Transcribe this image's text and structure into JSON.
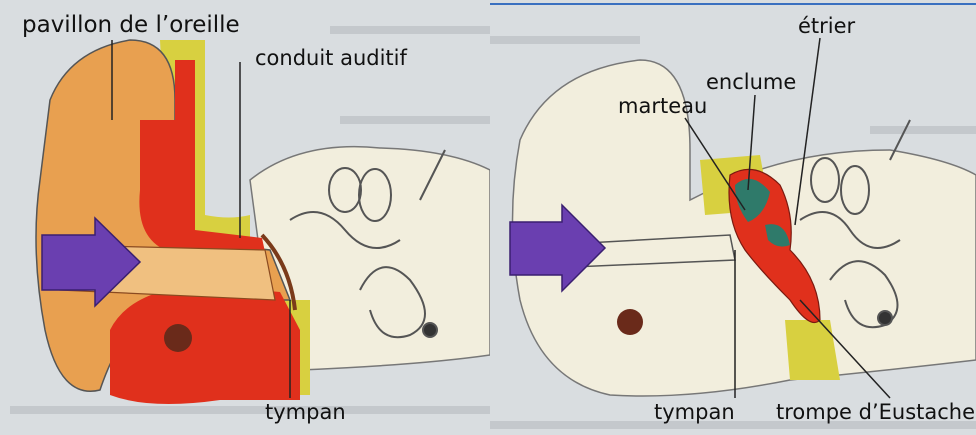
{
  "left_panel": {
    "labels": {
      "pavillon": "pavillon de l’oreille",
      "conduit": "conduit auditif",
      "tympan": "tympan"
    }
  },
  "right_panel": {
    "labels": {
      "etrier": "étrier",
      "enclume": "enclume",
      "marteau": "marteau",
      "tympan": "tympan",
      "trompe": "trompe d’Eustache"
    }
  },
  "colors": {
    "outer_ear": "#e8a050",
    "canal_red": "#e0301c",
    "yellow_zone": "#d8d040",
    "inner_ear_bg": "#f2eedd",
    "ossicle_green": "#2f7a6a",
    "arrow": "#6a3fb0",
    "page_bg": "#d9dde0"
  }
}
